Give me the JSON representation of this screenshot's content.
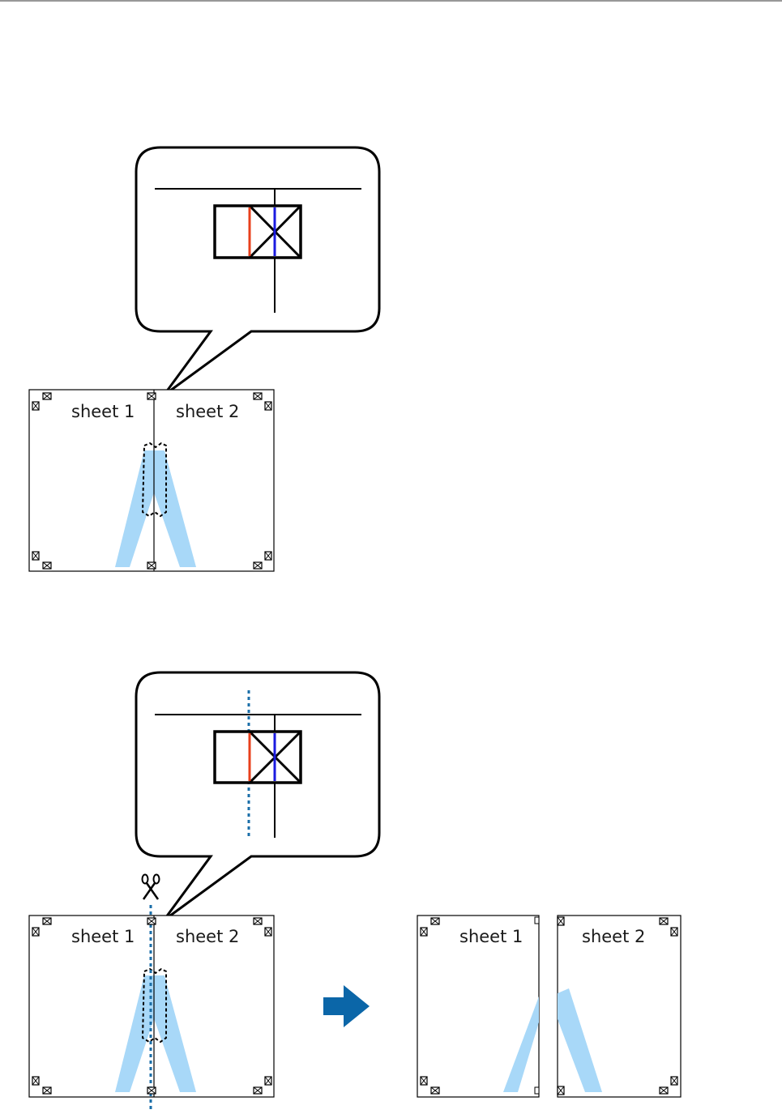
{
  "colors": {
    "tape": "#a8d8f8",
    "outline": "#000000",
    "margin_line_red": "#e8401c",
    "margin_line_blue": "#1a1ae0",
    "cut_line": "#1a6ea8",
    "arrow": "#0b66a8",
    "top_rule": "#777777"
  },
  "icons": {
    "scissors": "scissors-icon",
    "arrow": "arrow-right-icon",
    "crop_mark": "crosshair-mark-icon"
  },
  "step1": {
    "sheet1_label": "sheet 1",
    "sheet2_label": "sheet 2"
  },
  "step2": {
    "sheet1_label": "sheet 1",
    "sheet2_label": "sheet 2"
  },
  "result": {
    "sheet1_label": "sheet 1",
    "sheet2_label": "sheet 2"
  }
}
